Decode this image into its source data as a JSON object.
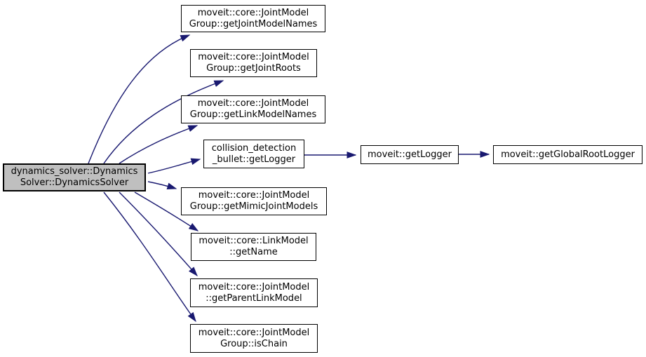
{
  "diagram": {
    "type": "doxygen-call-graph",
    "background_color": "#ffffff",
    "edge_color": "#191970",
    "node_fill": "#ffffff",
    "root_node_fill": "#bfbfbf",
    "node_border_color": "#000000",
    "text_color": "#000000"
  },
  "nodes": [
    {
      "id": "dynamics_solver::DynamicsSolver::DynamicsSolver",
      "lines": [
        "dynamics_solver::Dynamics",
        "Solver::DynamicsSolver"
      ],
      "role": "root"
    },
    {
      "id": "moveit::core::JointModelGroup::getJointModelNames",
      "lines": [
        "moveit::core::JointModel",
        "Group::getJointModelNames"
      ]
    },
    {
      "id": "moveit::core::JointModelGroup::getJointRoots",
      "lines": [
        "moveit::core::JointModel",
        "Group::getJointRoots"
      ]
    },
    {
      "id": "moveit::core::JointModelGroup::getLinkModelNames",
      "lines": [
        "moveit::core::JointModel",
        "Group::getLinkModelNames"
      ]
    },
    {
      "id": "collision_detection_bullet::getLogger",
      "lines": [
        "collision_detection",
        "_bullet::getLogger"
      ]
    },
    {
      "id": "moveit::core::JointModelGroup::getMimicJointModels",
      "lines": [
        "moveit::core::JointModel",
        "Group::getMimicJointModels"
      ]
    },
    {
      "id": "moveit::core::LinkModel::getName",
      "lines": [
        "moveit::core::LinkModel",
        "::getName"
      ]
    },
    {
      "id": "moveit::core::JointModel::getParentLinkModel",
      "lines": [
        "moveit::core::JointModel",
        "::getParentLinkModel"
      ]
    },
    {
      "id": "moveit::core::JointModelGroup::isChain",
      "lines": [
        "moveit::core::JointModel",
        "Group::isChain"
      ]
    },
    {
      "id": "moveit::getLogger",
      "lines": [
        "moveit::getLogger"
      ]
    },
    {
      "id": "moveit::getGlobalRootLogger",
      "lines": [
        "moveit::getGlobalRootLogger"
      ]
    }
  ],
  "edges": [
    {
      "from": "dynamics_solver::DynamicsSolver::DynamicsSolver",
      "to": "moveit::core::JointModelGroup::getJointModelNames"
    },
    {
      "from": "dynamics_solver::DynamicsSolver::DynamicsSolver",
      "to": "moveit::core::JointModelGroup::getJointRoots"
    },
    {
      "from": "dynamics_solver::DynamicsSolver::DynamicsSolver",
      "to": "moveit::core::JointModelGroup::getLinkModelNames"
    },
    {
      "from": "dynamics_solver::DynamicsSolver::DynamicsSolver",
      "to": "collision_detection_bullet::getLogger"
    },
    {
      "from": "dynamics_solver::DynamicsSolver::DynamicsSolver",
      "to": "moveit::core::JointModelGroup::getMimicJointModels"
    },
    {
      "from": "dynamics_solver::DynamicsSolver::DynamicsSolver",
      "to": "moveit::core::LinkModel::getName"
    },
    {
      "from": "dynamics_solver::DynamicsSolver::DynamicsSolver",
      "to": "moveit::core::JointModel::getParentLinkModel"
    },
    {
      "from": "dynamics_solver::DynamicsSolver::DynamicsSolver",
      "to": "moveit::core::JointModelGroup::isChain"
    },
    {
      "from": "collision_detection_bullet::getLogger",
      "to": "moveit::getLogger"
    },
    {
      "from": "moveit::getLogger",
      "to": "moveit::getGlobalRootLogger"
    }
  ]
}
